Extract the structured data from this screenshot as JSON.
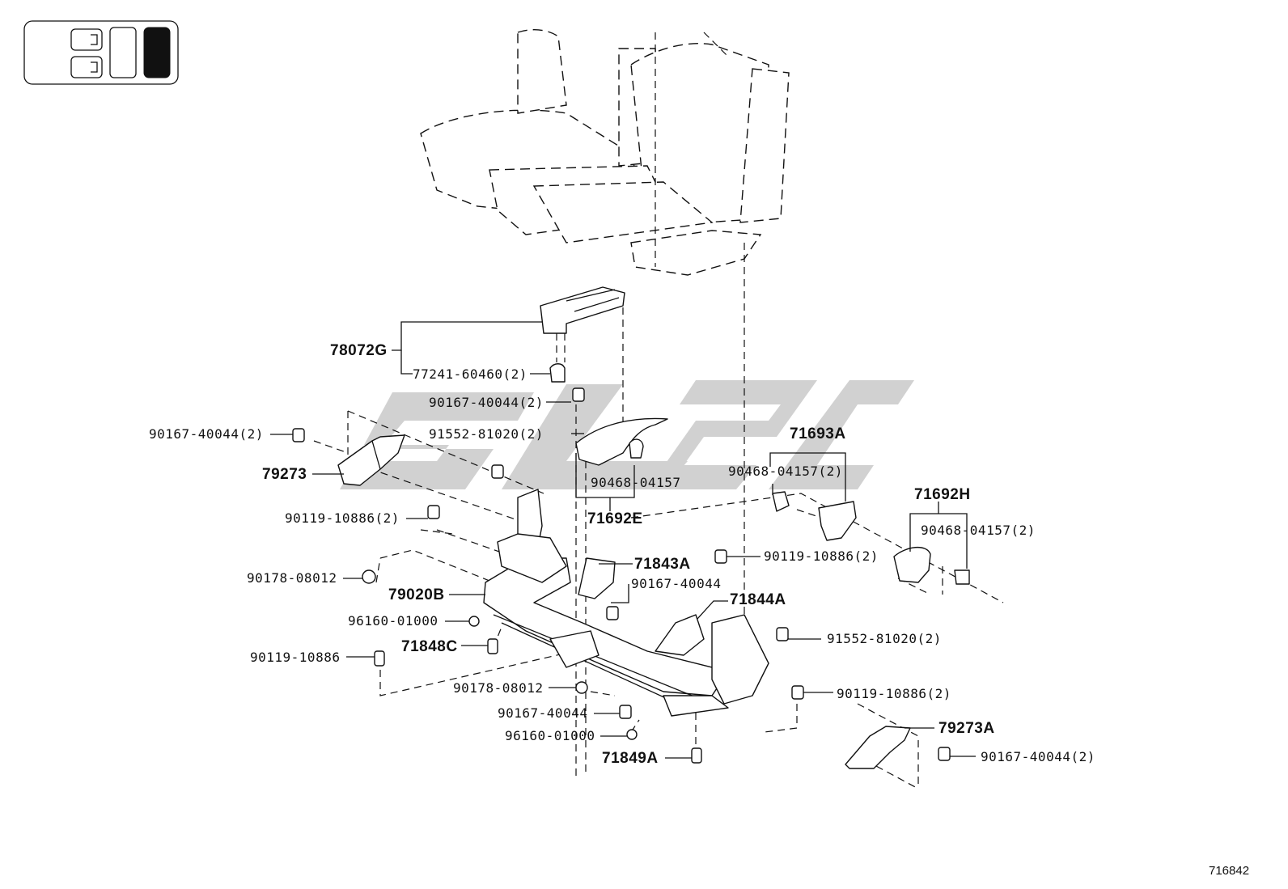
{
  "figure_number": "716842",
  "labels": {
    "l78072G": "78072G",
    "l77241": "77241-60460(2)",
    "l90167_a": "90167-40044(2)",
    "l90167_b": "90167-40044(2)",
    "l91552_a": "91552-81020(2)",
    "l79273": "79273",
    "l90468_a": "90468-04157",
    "l71692E": "71692E",
    "l71693A": "71693A",
    "l90468_b": "90468-04157(2)",
    "l71692H": "71692H",
    "l90468_c": "90468-04157(2)",
    "l90119_a": "90119-10886(2)",
    "l90119_b": "90119-10886(2)",
    "l71843A": "71843A",
    "l90178_a": "90178-08012",
    "l79020B": "79020B",
    "l90167_c": "90167-40044",
    "l71844A": "71844A",
    "l96160_a": "96160-01000",
    "l91552_b": "91552-81020(2)",
    "l71848C": "71848C",
    "l90119_c": "90119-10886",
    "l90119_d": "90119-10886(2)",
    "l90178_b": "90178-08012",
    "l90167_d": "90167-40044",
    "l79273A": "79273A",
    "l96160_b": "96160-01000",
    "l90167_e": "90167-40044(2)",
    "l71849A": "71849A"
  },
  "icons": {
    "locator": "seat-position-locator-icon",
    "watermark": "watermark-logo"
  }
}
